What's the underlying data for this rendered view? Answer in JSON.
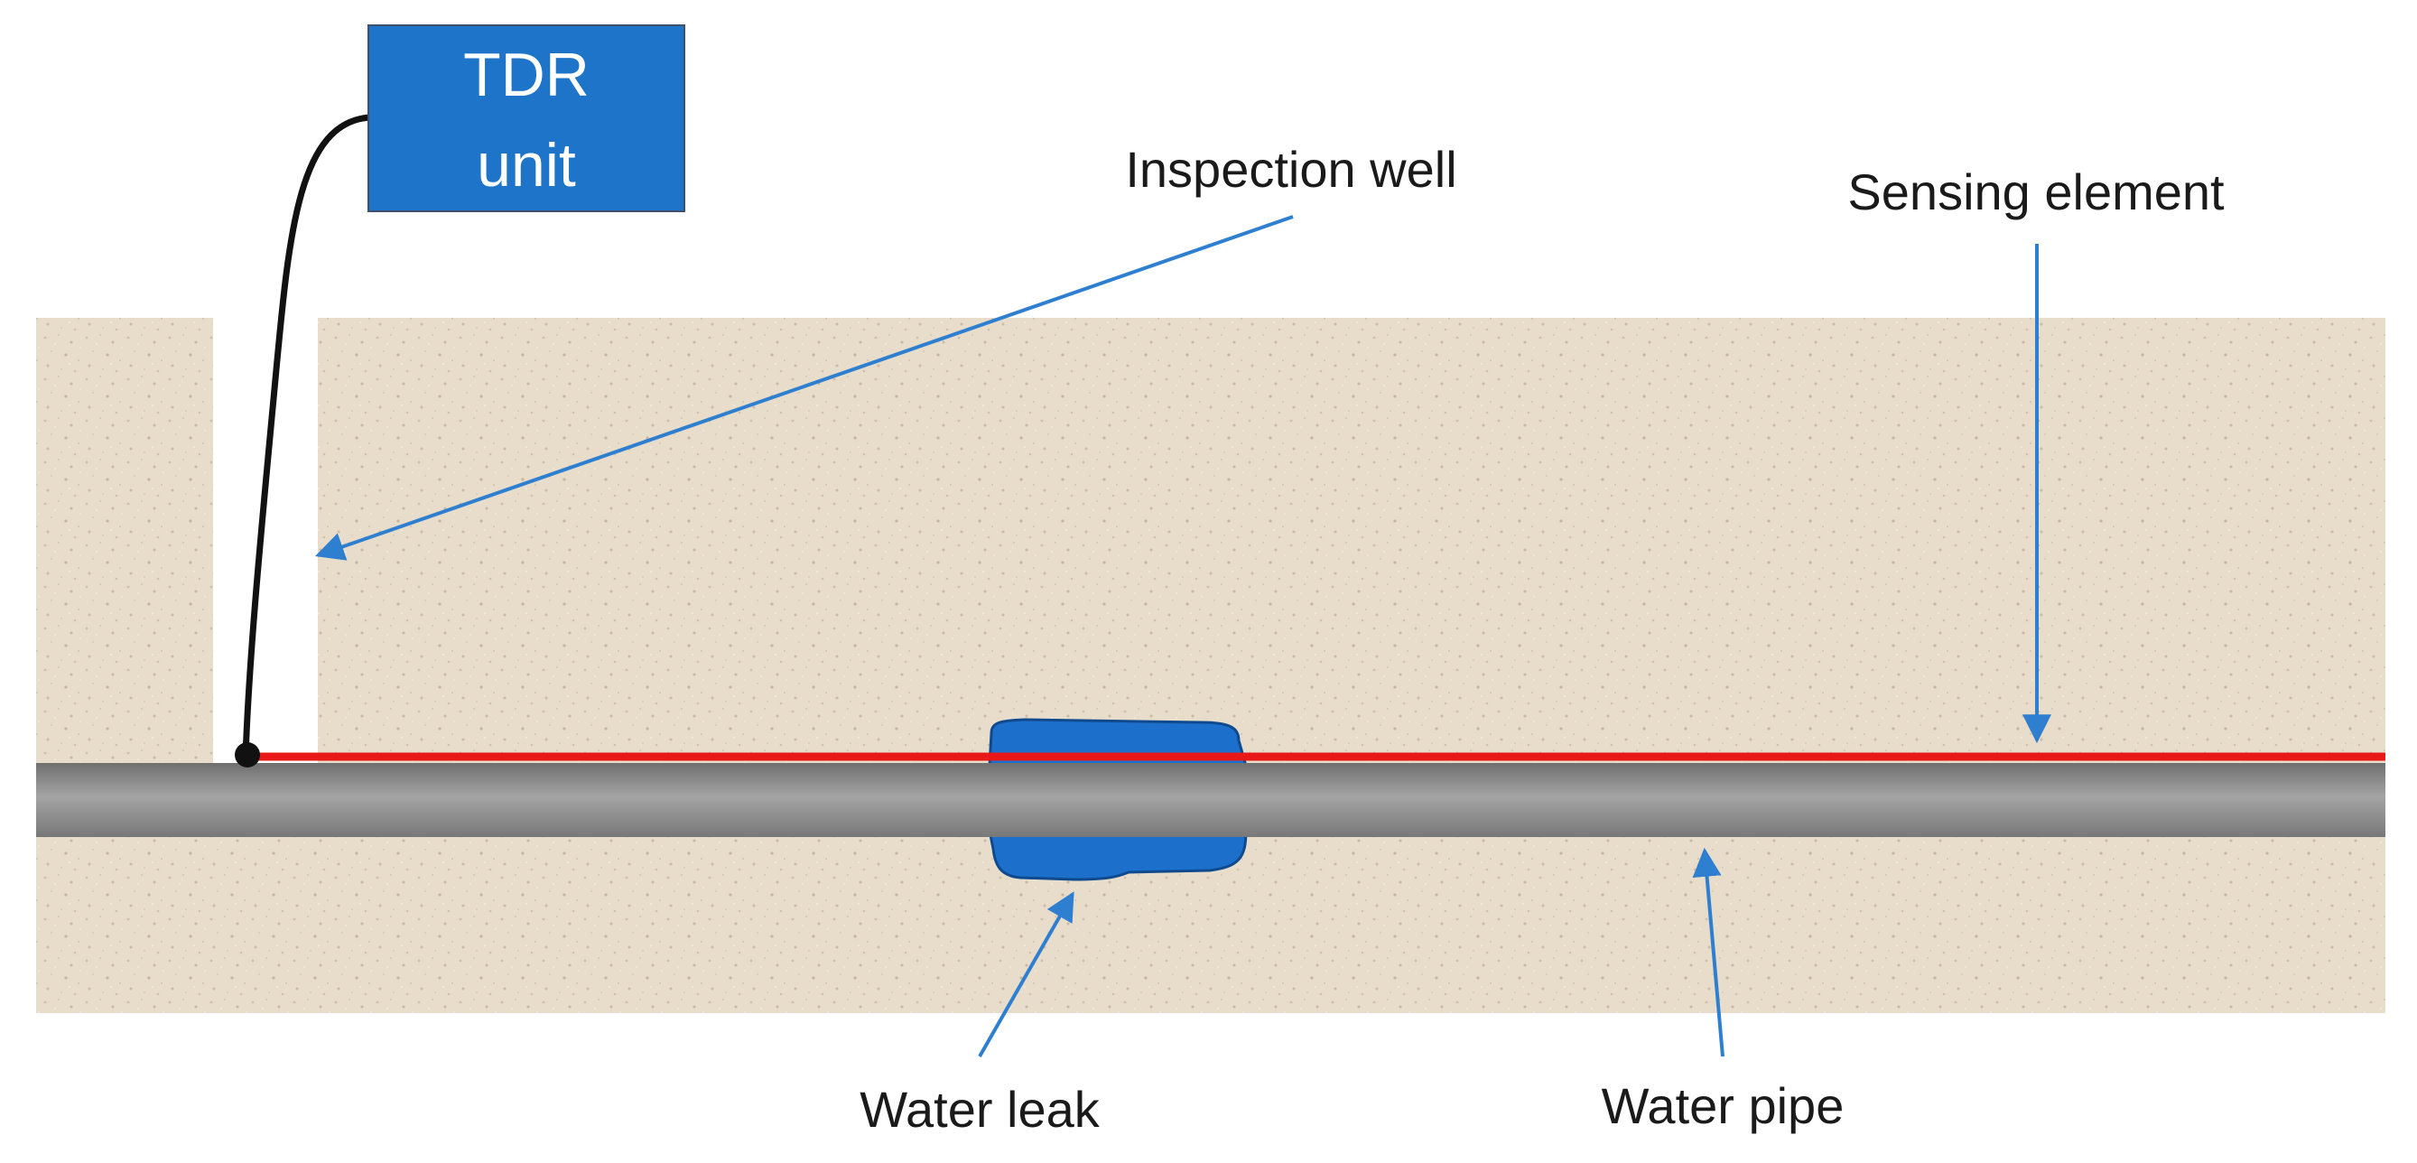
{
  "diagram": {
    "tdr_unit": {
      "line1": "TDR",
      "line2": "unit"
    },
    "labels": {
      "inspection_well": "Inspection well",
      "sensing_element": "Sensing element",
      "water_leak": "Water leak",
      "water_pipe": "Water pipe"
    },
    "colors": {
      "soil": "#e8dccb",
      "tdr_box": "#1e74c8",
      "arrow": "#2f7fd0",
      "sensing_element": "#e81818",
      "leak": "#1d6fcc",
      "pipe": "#7e7e7e",
      "cable": "#111111"
    }
  }
}
